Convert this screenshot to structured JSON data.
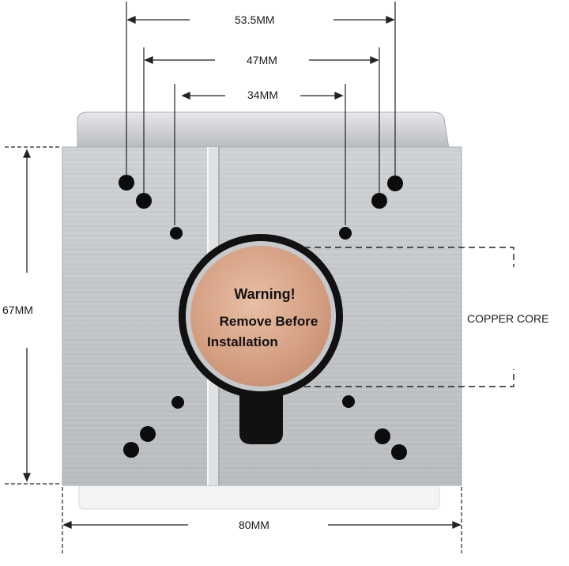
{
  "dimensions": {
    "hole_spacing_outer": "53.5MM",
    "hole_spacing_middle": "47MM",
    "hole_spacing_inner": "34MM",
    "height": "67MM",
    "width": "80MM"
  },
  "callout": {
    "label": "COPPER CORE"
  },
  "sticker": {
    "line1": "Warning!",
    "line2": "Remove Before",
    "line3": "Installation"
  },
  "colors": {
    "aluminum": "#c4c7ca",
    "copper": "#d6a184",
    "ring": "#111111",
    "dimension_line": "#222222"
  }
}
